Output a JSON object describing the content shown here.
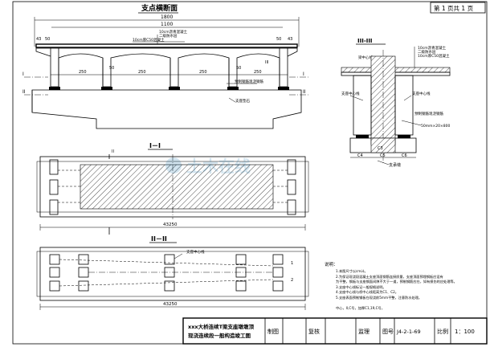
{
  "sheet": {
    "page_label": "第 1 页共 1 页",
    "main_title": "支点横断面",
    "title_block": {
      "project_line1": "xxx大桥连续T梁支座墩墩顶",
      "project_line2": "现浇连续段一般构造竣工图",
      "drawn_label": "制图",
      "review_label": "复核",
      "supervise_label": "监理",
      "drawing_no_label": "图号",
      "drawing_no": "J4-2-1-69",
      "scale_label": "比例",
      "scale": "1：100"
    }
  },
  "cross_section": {
    "dims": {
      "total": "1800",
      "inner": "1100",
      "left_edge": "43",
      "right_edge": "43",
      "left_cant": "50",
      "right_cant": "50",
      "left_rib": "50",
      "right_rib": "50",
      "span1": "250",
      "span2": "250",
      "span3": "250",
      "span4": "250"
    },
    "labels": {
      "pavement1": "10cm沥青混凝土",
      "pavement2": "二级防水层",
      "pavement3": "10cm厚C50混凝土",
      "rebar_note": "预制钢筋现浇钢筋",
      "support": "支座垫石"
    },
    "section_marks": {
      "i_left": "I",
      "i_right": "I",
      "ii_left": "II",
      "ii_right": "II",
      "iii_top": "III",
      "iii_bottom": "III"
    }
  },
  "section_3": {
    "title": "III-III",
    "labels": {
      "pavement1": "10cm沥青混凝土",
      "pavement2": "二级防水层",
      "pavement3": "10cm厚C50混凝土",
      "beam_center": "梁中心线",
      "support_center": "支座中心线",
      "support_center2": "支座中心线",
      "rebar": "预制钢筋现浇钢筋",
      "pad_size": "50mm×20×800",
      "pier": "支承墩"
    },
    "dims": {
      "c3": "C3",
      "c4": "C4",
      "c5": "C5",
      "c6": "C6"
    }
  },
  "section_1": {
    "title": "I－I",
    "total_dim": "43250",
    "marks": {
      "ii": "II"
    }
  },
  "section_2": {
    "title": "II－II",
    "total_dim": "43250",
    "labels": {
      "support_center": "支座中心线"
    },
    "dims": {
      "d1": "1",
      "d2": "2"
    }
  },
  "notes": {
    "title": "说明：",
    "items": [
      "1.本图尺寸以cm计。",
      "2.为保证现浇段混凝土支座顶面钢筋连接质量，支座顶面预埋钢板应设有",
      "为平整，钢板与支座钢面间隙不大于一道，预制钢筋应在，如有损伤的应处理等。",
      "3.支座中心线标记一般规格说明。",
      "4.支座中心线与桥中心线距离为C1、C2。",
      "5.支座表面预制钢板在现浇前5mm平整，注意防水处理。"
    ],
    "extra": "中心，II,C号，加厚C1,19,C号，"
  },
  "watermark": {
    "text": "土木在线"
  }
}
